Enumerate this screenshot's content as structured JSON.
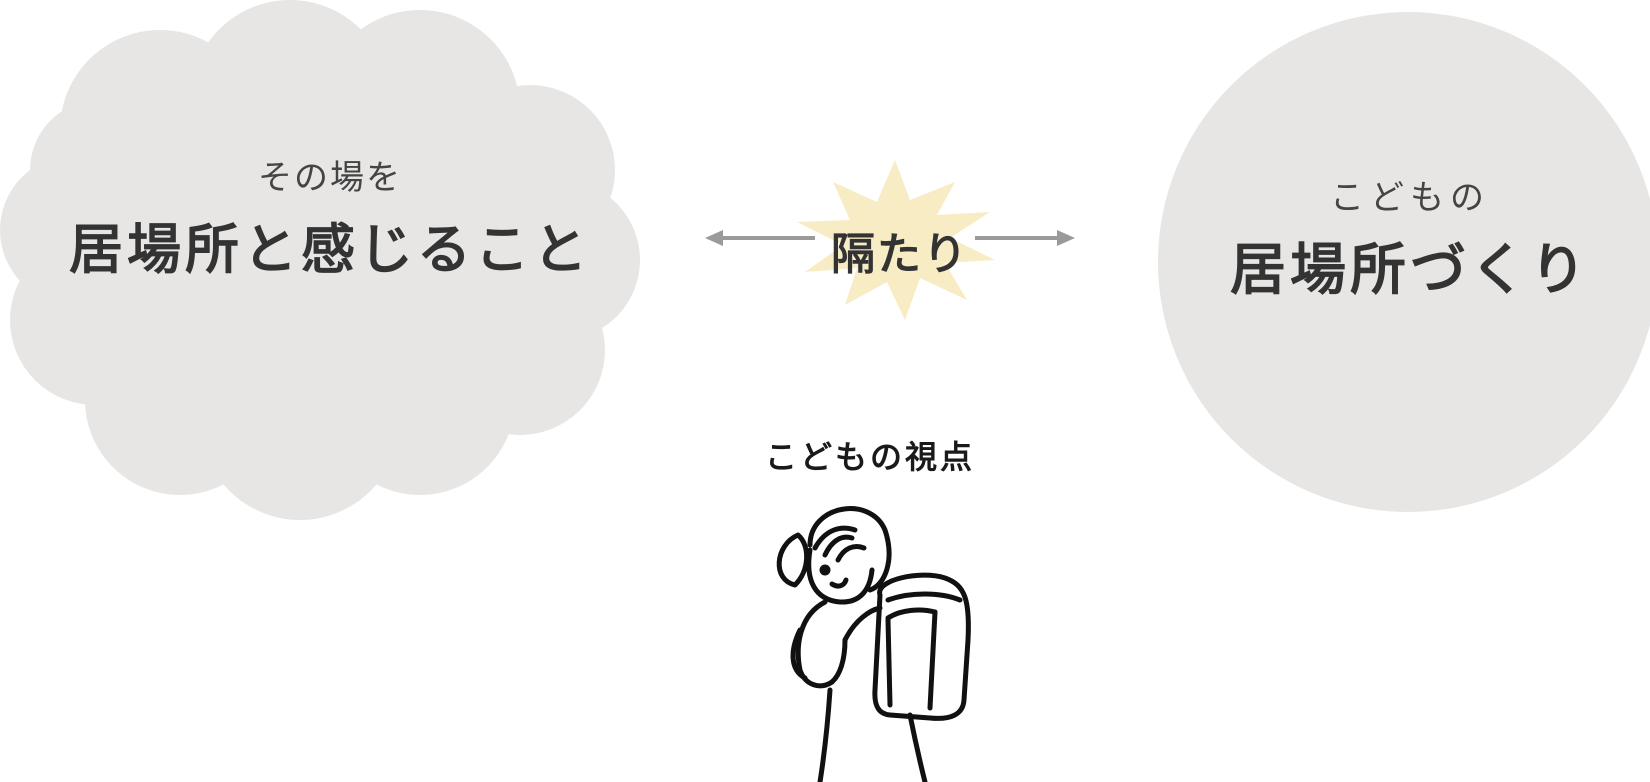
{
  "left_concept": {
    "subtitle": "その場を",
    "title": "居場所と感じること"
  },
  "right_concept": {
    "subtitle": "こどもの",
    "title": "居場所づくり"
  },
  "gap": {
    "label": "隔たり"
  },
  "viewpoint": {
    "label": "こどもの視点"
  },
  "colors": {
    "shape_fill": "#e7e6e5",
    "burst_fill": "#f7ecc4",
    "arrow": "#9a9a9a",
    "text": "#333333",
    "line_art": "#111111"
  },
  "icons": {
    "child": "child-with-school-backpack-icon",
    "arrow": "double-headed-arrow-icon",
    "burst": "starburst-icon"
  }
}
